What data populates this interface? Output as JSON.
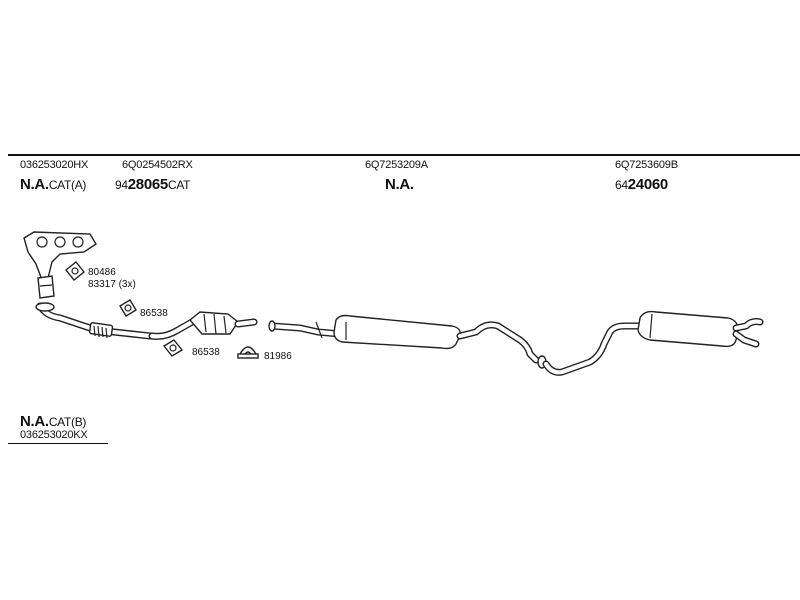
{
  "header": {
    "col1": {
      "code": "036253020HX",
      "title": "N.A.",
      "suffix": "CAT(A)"
    },
    "col2": {
      "code": "6Q0254502RX",
      "prefix": "94",
      "title": "28065",
      "suffix": "CAT"
    },
    "col3": {
      "code": "6Q7253209A",
      "title": "N.A."
    },
    "col4": {
      "code": "6Q7253609B",
      "prefix": "64",
      "title": "24060"
    }
  },
  "footer": {
    "title": "N.A.",
    "suffix": "CAT(B)",
    "code": "036253020KX"
  },
  "part_labels": {
    "gasket_a": "80486",
    "gasket_b": "83317 (3x)",
    "flange_a": "86538",
    "flange_b": "86538",
    "clamp": "81986"
  }
}
